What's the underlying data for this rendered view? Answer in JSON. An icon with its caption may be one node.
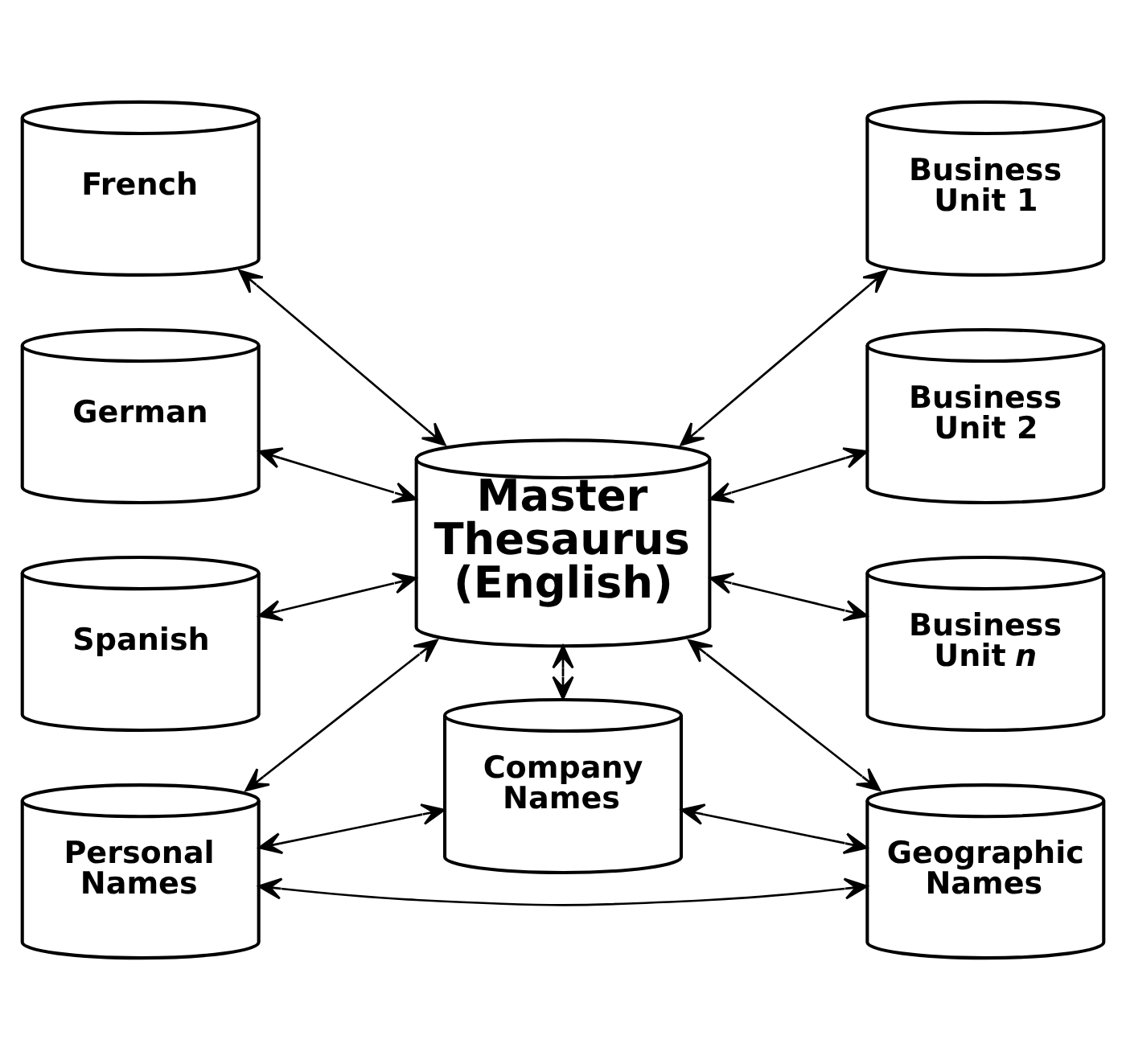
{
  "diagram": {
    "nodes": [
      {
        "text": [
          "French"
        ]
      },
      {
        "text": [
          "Business Unit 1"
        ]
      },
      {
        "text": [
          "Master Thesaurus (English)"
        ]
      },
      {
        "text": [
          "German"
        ]
      },
      {
        "text": [
          "Business Unit 2"
        ]
      },
      {
        "text": [
          "Spanish"
        ]
      },
      {
        "text": [
          "Business Unit *n*"
        ]
      },
      {
        "text": [
          "Company Names"
        ]
      },
      {
        "text": [
          "Personal Names"
        ]
      },
      {
        "text": [
          "Geographic Names"
        ]
      }
    ],
    "edges": [
      {
        "from": 0,
        "to": 2,
        "arrow": "both"
      },
      {
        "from": 3,
        "to": 2,
        "arrow": "both"
      },
      {
        "from": 5,
        "to": 2,
        "arrow": "both"
      },
      {
        "from": 2,
        "to": 1,
        "arrow": "both"
      },
      {
        "from": 2,
        "to": 4,
        "arrow": "both"
      },
      {
        "from": 2,
        "to": 6,
        "arrow": "both"
      },
      {
        "from": 2,
        "to": 7,
        "arrow": "both"
      },
      {
        "from": 2,
        "to": 8,
        "arrow": "both"
      },
      {
        "from": 2,
        "to": 9,
        "arrow": "both"
      },
      {
        "from": 7,
        "to": 8,
        "arrow": "both"
      },
      {
        "from": 7,
        "to": 9,
        "arrow": "both"
      },
      {
        "from": 8,
        "to": 9,
        "arrow": "both"
      }
    ]
  }
}
